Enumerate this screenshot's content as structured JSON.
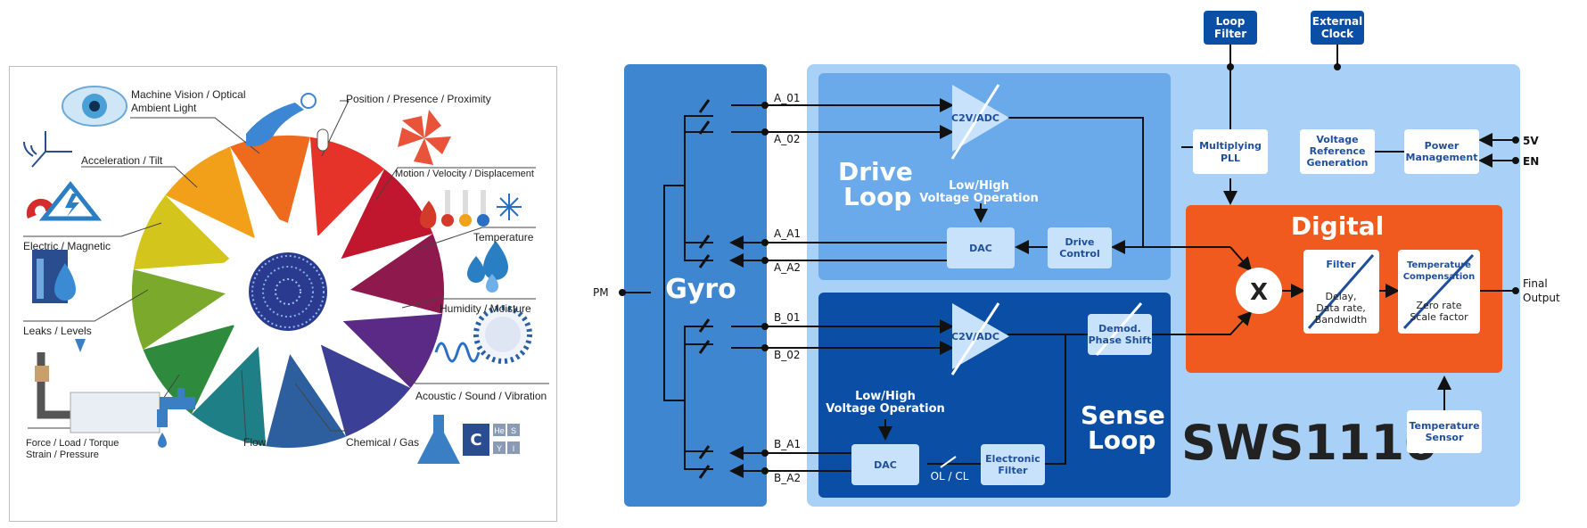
{
  "left": {
    "sensor_labels": [
      {
        "id": "machine-vision",
        "text": [
          "Machine Vision / Optical",
          "Ambient Light"
        ]
      },
      {
        "id": "position",
        "text": [
          "Position / Presence / Proximity"
        ]
      },
      {
        "id": "acceleration",
        "text": [
          "Acceleration / Tilt"
        ]
      },
      {
        "id": "motion",
        "text": [
          "Motion / Velocity / Displacement"
        ]
      },
      {
        "id": "electric",
        "text": [
          "Electric / Magnetic"
        ]
      },
      {
        "id": "temperature",
        "text": [
          "Temperature"
        ]
      },
      {
        "id": "humidity",
        "text": [
          "Humidity / Moisture"
        ]
      },
      {
        "id": "leaks",
        "text": [
          "Leaks / Levels"
        ]
      },
      {
        "id": "acoustic",
        "text": [
          "Acoustic / Sound / Vibration"
        ]
      },
      {
        "id": "force",
        "text": [
          "Force / Load / Torque",
          "Strain / Pressure"
        ]
      },
      {
        "id": "flow",
        "text": [
          "Flow"
        ]
      },
      {
        "id": "chemical",
        "text": [
          "Chemical / Gas"
        ]
      }
    ],
    "periodic_tiles": [
      "He",
      "S",
      "Y",
      "I"
    ],
    "carbon_tile": "C",
    "wheel_colors": [
      "#e5332a",
      "#c0162e",
      "#8e1a4d",
      "#5b2a86",
      "#3b3f95",
      "#2d5f9e",
      "#1f7f86",
      "#2e8b3e",
      "#7aa92c",
      "#d4c51c",
      "#f2a01a",
      "#ee6b1e"
    ]
  },
  "right": {
    "gyro_label": "Gyro",
    "pm_label": "PM",
    "drive_loop": [
      "Drive",
      "Loop"
    ],
    "sense_loop": [
      "Sense",
      "Loop"
    ],
    "chip_name": "SWS1110",
    "digital_title": "Digital",
    "drive_voltage": [
      "Low/High",
      "Voltage Operation"
    ],
    "sense_voltage": [
      "Low/High",
      "Voltage Operation"
    ],
    "signals": {
      "a01": "A_01",
      "a02": "A_02",
      "aa1": "A_A1",
      "aa2": "A_A2",
      "b01": "B_01",
      "b02": "B_02",
      "ba1": "B_A1",
      "ba2": "B_A2"
    },
    "adc_label": "C2V/ADC",
    "dac_label": "DAC",
    "drive_control": [
      "Drive",
      "Control"
    ],
    "demod": [
      "Demod.",
      "Phase Shift"
    ],
    "electronic_filter": [
      "Electronic",
      "Filter"
    ],
    "ol_cl": "OL / CL",
    "loop_filter": [
      "Loop",
      "Filter"
    ],
    "external_clock": [
      "External",
      "Clock"
    ],
    "multiplying_pll": [
      "Multiplying",
      "PLL"
    ],
    "voltage_ref": [
      "Voltage",
      "Reference",
      "Generation"
    ],
    "power_mgmt": [
      "Power",
      "Management"
    ],
    "v5": "5V",
    "en": "EN",
    "mixer": "X",
    "filter_block": {
      "title": "Filter",
      "body": [
        "Delay,",
        "Data rate,",
        "Bandwidth"
      ]
    },
    "temp_comp": {
      "title": [
        "Temperature",
        "Compensation"
      ],
      "body": [
        "Zero rate",
        "Scale factor"
      ]
    },
    "temp_sensor": [
      "Temperature",
      "Sensor"
    ],
    "final_output": [
      "Final",
      "Output"
    ],
    "colors": {
      "gyro": "#3f86d0",
      "outer": "#a9d1f7",
      "drive": "#6aaaea",
      "sense": "#0a4ea5",
      "digital": "#f05a1e",
      "block_text": "#1f4f9a"
    }
  }
}
